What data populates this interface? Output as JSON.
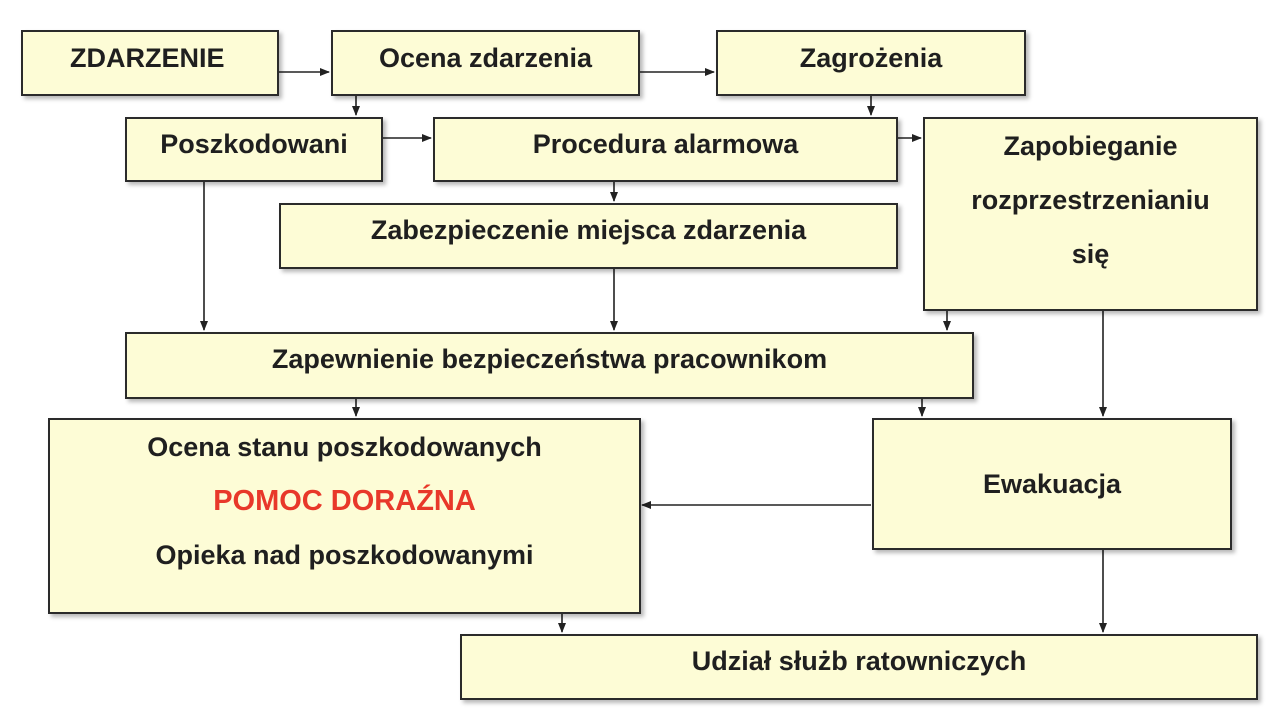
{
  "colors": {
    "box_fill": "#fdfcd6",
    "border": "#2b2b2b",
    "accent": "#e8382a",
    "arrow": "#222222"
  },
  "boxes": {
    "zdarzenie": "ZDARZENIE",
    "ocena_zdarzenia": "Ocena zdarzenia",
    "zagrozenia": "Zagrożenia",
    "poszkodowani": "Poszkodowani",
    "procedura_alarmowa": "Procedura alarmowa",
    "zapobieganie": [
      "Zapobieganie",
      "rozprzestrzenianiu",
      "się"
    ],
    "zabezpieczenie": "Zabezpieczenie miejsca zdarzenia",
    "zapewnienie": "Zapewnienie bezpieczeństwa pracownikom",
    "ocena_stanu": "Ocena stanu poszkodowanych",
    "pomoc_dorazna": "POMOC DORAŹNA",
    "opieka": "Opieka nad poszkodowanymi",
    "ewakuacja": "Ewakuacja",
    "udzial_sluzb": "Udział służb ratowniczych"
  }
}
